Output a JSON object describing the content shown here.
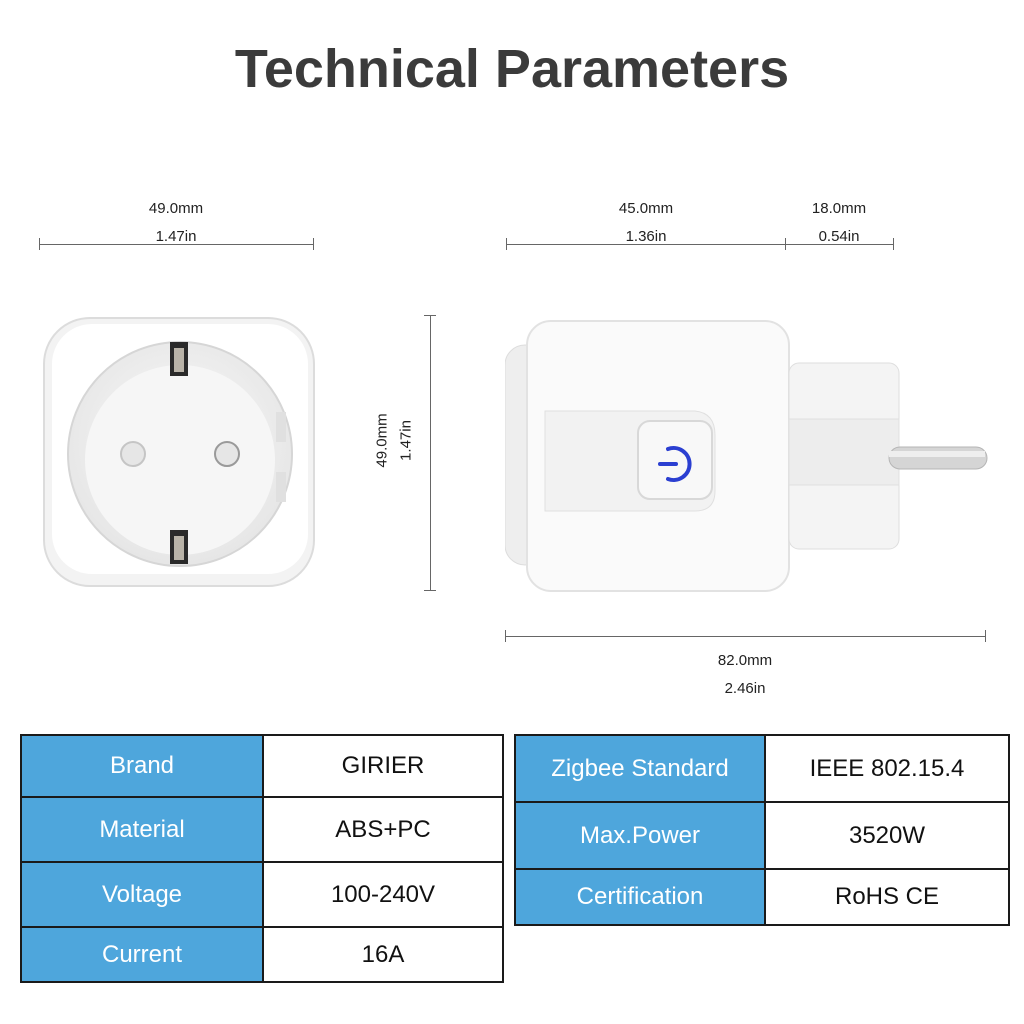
{
  "title": "Technical Parameters",
  "dimensions": {
    "front_width": {
      "mm": "49.0mm",
      "in": "1.47in"
    },
    "side_body_width": {
      "mm": "45.0mm",
      "in": "1.36in"
    },
    "side_plug_width": {
      "mm": "18.0mm",
      "in": "0.54in"
    },
    "height": {
      "mm": "49.0mm",
      "in": "1.47in"
    },
    "total_length": {
      "mm": "82.0mm",
      "in": "2.46in"
    }
  },
  "images": {
    "front_view": "smart-plug-front-socket",
    "side_view": "smart-plug-side-with-power-button",
    "power_icon_color": "#2b3fd1"
  },
  "colors": {
    "key_bg": "#4ea6dc",
    "border": "#1a1a1a",
    "title": "#3b3b3b"
  },
  "table_left": [
    {
      "key": "Brand",
      "value": "GIRIER"
    },
    {
      "key": "Material",
      "value": "ABS+PC"
    },
    {
      "key": "Voltage",
      "value": "100-240V"
    },
    {
      "key": "Current",
      "value": "16A"
    }
  ],
  "table_right": [
    {
      "key": "Zigbee Standard",
      "value": "IEEE 802.15.4"
    },
    {
      "key": "Max.Power",
      "value": "3520W"
    },
    {
      "key": "Certification",
      "value": "RoHS CE"
    }
  ]
}
